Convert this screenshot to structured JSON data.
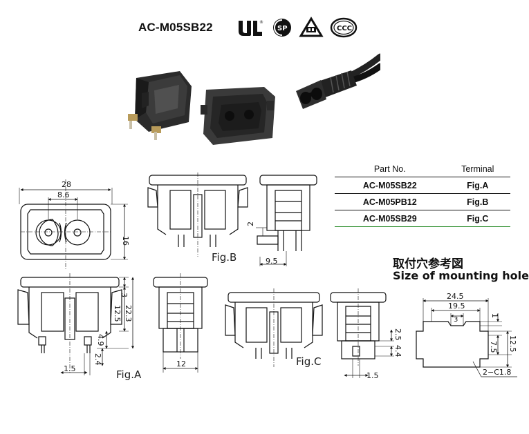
{
  "header": {
    "model": "AC-M05SB22"
  },
  "certifications": [
    "ul-ru-mark-icon",
    "csa-mark-icon",
    "vde-triangle-mark-icon",
    "ccc-mark-icon"
  ],
  "parts_table": {
    "col_part": "Part No.",
    "col_terminal": "Terminal",
    "rows": [
      {
        "part": "AC-M05SB22",
        "terminal": "Fig.A"
      },
      {
        "part": "AC-M05PB12",
        "terminal": "Fig.B"
      },
      {
        "part": "AC-M05SB29",
        "terminal": "Fig.C"
      }
    ]
  },
  "figures": {
    "a": "Fig.A",
    "b": "Fig.B",
    "c": "Fig.C"
  },
  "mounting": {
    "title_cn": "取付穴参考図",
    "title_en": "Size of mounting hole"
  },
  "dimensions": {
    "front_width": "28",
    "front_pitch": "8.6",
    "front_height": "16",
    "figb_pin": "2",
    "figb_depth": "9.5",
    "figa_flange": "3",
    "figa_body": "12.5",
    "figa_total": "22.3",
    "figa_pin_length": "4.9",
    "figa_pin_offset": "2.4",
    "figa_pin_width": "1.5",
    "side_width": "12",
    "figc_pin_length": "2.5",
    "figc_pin_offset": "4.4",
    "figc_pin_width": "1.5",
    "hole_width": "24.5",
    "hole_inner": "19.5",
    "hole_notch": "3",
    "hole_notch_depth": "1",
    "hole_inner_height": "7.5",
    "hole_height": "12.5",
    "hole_chamfer": "2−C1.8"
  }
}
